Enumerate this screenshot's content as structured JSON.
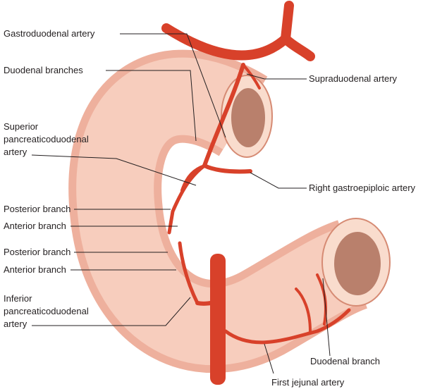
{
  "labels": {
    "gastroduodenal": "Gastroduodenal artery",
    "duodenal_branches": "Duodenal branches",
    "supraduodenal": "Supraduodenal artery",
    "superior_pd_1": "Superior",
    "superior_pd_2": "pancreaticoduodenal",
    "superior_pd_3": "artery",
    "right_gastroepiploic": "Right gastroepiploic artery",
    "posterior_branch_sup": "Posterior branch",
    "anterior_branch_sup": "Anterior branch",
    "posterior_branch_inf": "Posterior branch",
    "anterior_branch_inf": "Anterior branch",
    "inferior_pd_1": "Inferior",
    "inferior_pd_2": "pancreaticoduodenal",
    "inferior_pd_3": "artery",
    "duodenal_branch": "Duodenal branch",
    "first_jejunal": "First jejunal artery"
  },
  "colors": {
    "artery": "#d8412a",
    "duodenum": "#f5c4b3",
    "lumen": "#b9806c"
  }
}
